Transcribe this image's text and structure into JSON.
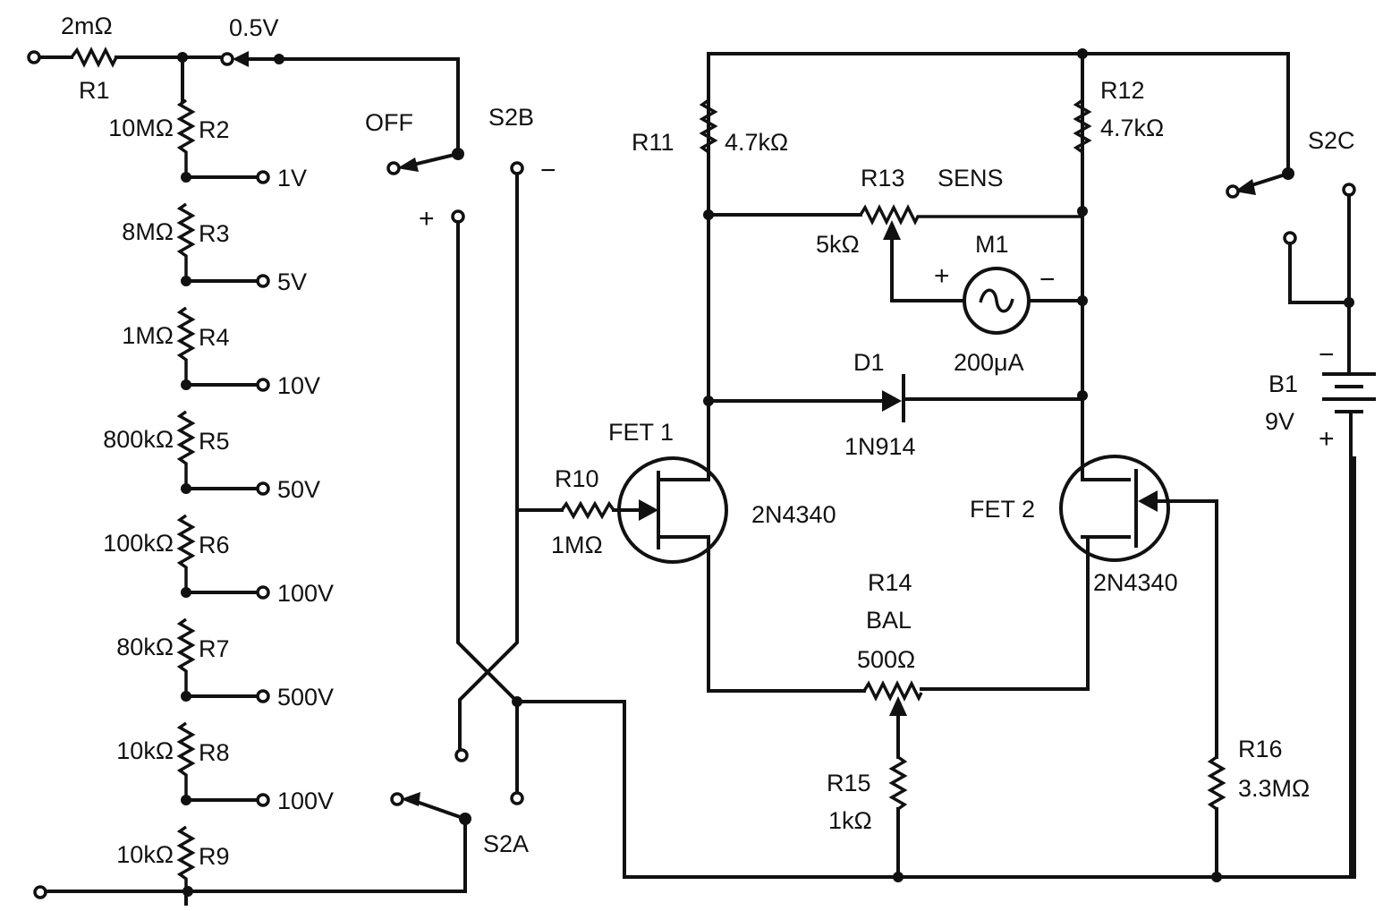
{
  "title": "FET voltmeter schematic",
  "divider": {
    "r1": {
      "ref": "R1",
      "value": "2mΩ"
    },
    "input_range_top": "0.5V",
    "resistors": [
      {
        "ref": "R2",
        "value": "10MΩ"
      },
      {
        "ref": "R3",
        "value": "8MΩ"
      },
      {
        "ref": "R4",
        "value": "1MΩ"
      },
      {
        "ref": "R5",
        "value": "800kΩ"
      },
      {
        "ref": "R6",
        "value": "100kΩ"
      },
      {
        "ref": "R7",
        "value": "80kΩ"
      },
      {
        "ref": "R8",
        "value": "10kΩ"
      },
      {
        "ref": "R9",
        "value": "10kΩ"
      }
    ],
    "taps": [
      "1V",
      "5V",
      "10V",
      "50V",
      "100V",
      "500V",
      "100V"
    ]
  },
  "switches": {
    "s2b": {
      "ref": "S2B",
      "off_label": "OFF",
      "plus": "+",
      "minus": "−"
    },
    "s2a": {
      "ref": "S2A"
    },
    "s2c": {
      "ref": "S2C"
    }
  },
  "input": {
    "r10": {
      "ref": "R10",
      "value": "1MΩ"
    }
  },
  "bridge": {
    "r11": {
      "ref": "R11",
      "value": "4.7kΩ"
    },
    "r12": {
      "ref": "R12",
      "value": "4.7kΩ"
    },
    "r13": {
      "ref": "R13",
      "name": "SENS",
      "value": "5kΩ"
    },
    "meter": {
      "ref": "M1",
      "value": "200μA",
      "plus": "+",
      "minus": "−"
    },
    "diode": {
      "ref": "D1",
      "part": "1N914"
    },
    "fet1": {
      "ref": "FET 1",
      "part": "2N4340"
    },
    "fet2": {
      "ref": "FET 2",
      "part": "2N4340"
    },
    "r14": {
      "ref": "R14",
      "name": "BAL",
      "value": "500Ω"
    },
    "r15": {
      "ref": "R15",
      "value": "1kΩ"
    },
    "r16": {
      "ref": "R16",
      "value": "3.3MΩ"
    }
  },
  "battery": {
    "ref": "B1",
    "value": "9V",
    "minus": "−",
    "plus": "+"
  }
}
